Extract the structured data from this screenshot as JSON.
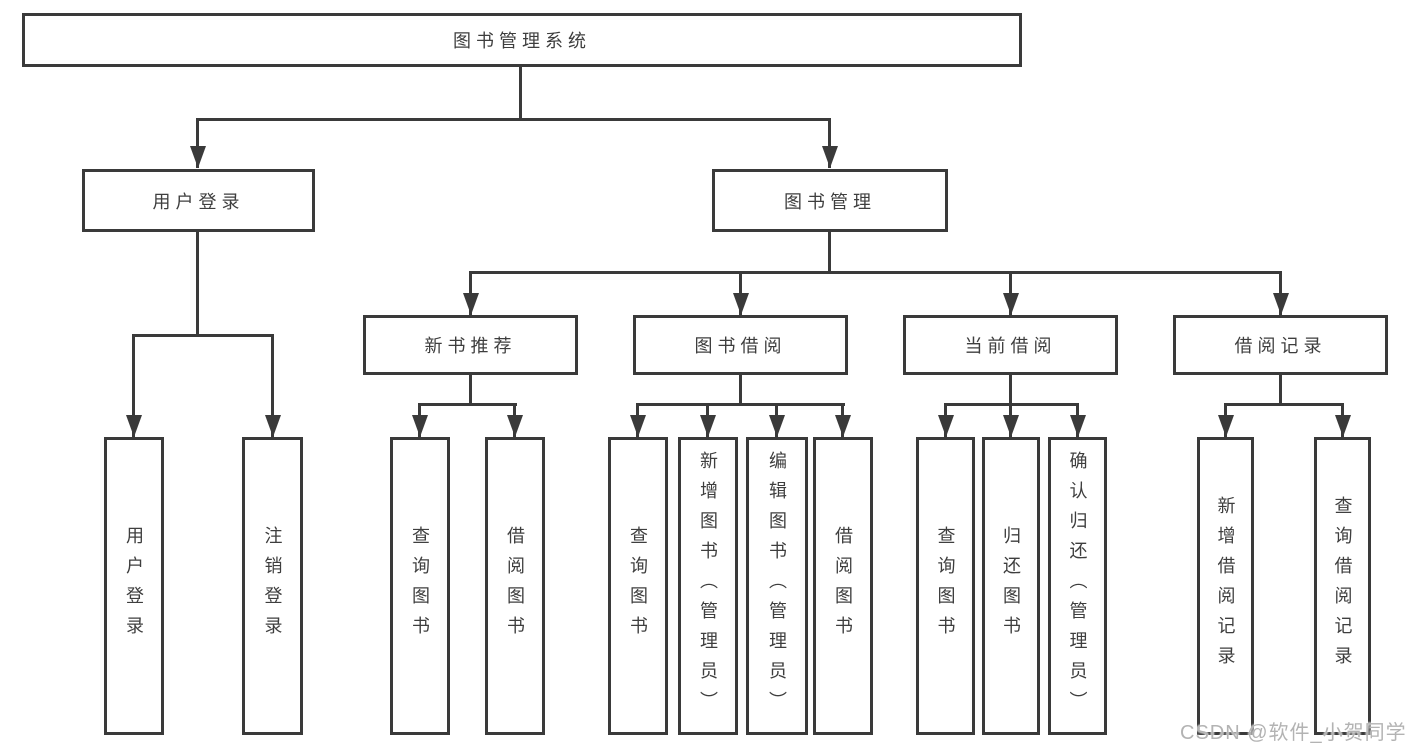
{
  "tree": {
    "label": "图书管理系统",
    "children": [
      {
        "label": "用户登录",
        "children": [
          {
            "label": "用户登录"
          },
          {
            "label": "注销登录"
          }
        ]
      },
      {
        "label": "图书管理",
        "children": [
          {
            "label": "新书推荐",
            "children": [
              {
                "label": "查询图书"
              },
              {
                "label": "借阅图书"
              }
            ]
          },
          {
            "label": "图书借阅",
            "children": [
              {
                "label": "查询图书"
              },
              {
                "label": "新增图书（管理员）"
              },
              {
                "label": "编辑图书（管理员）"
              },
              {
                "label": "借阅图书"
              }
            ]
          },
          {
            "label": "当前借阅",
            "children": [
              {
                "label": "查询图书"
              },
              {
                "label": "归还图书"
              },
              {
                "label": "确认归还（管理员）"
              }
            ]
          },
          {
            "label": "借阅记录",
            "children": [
              {
                "label": "新增借阅记录"
              },
              {
                "label": "查询借阅记录"
              }
            ]
          }
        ]
      }
    ]
  },
  "watermark": {
    "text": "CSDN @软件_小贺同学"
  },
  "colors": {
    "line": "#3a3a3a",
    "text": "#3e3e3e",
    "watermark": "#b3b3b3",
    "background": "#ffffff"
  }
}
